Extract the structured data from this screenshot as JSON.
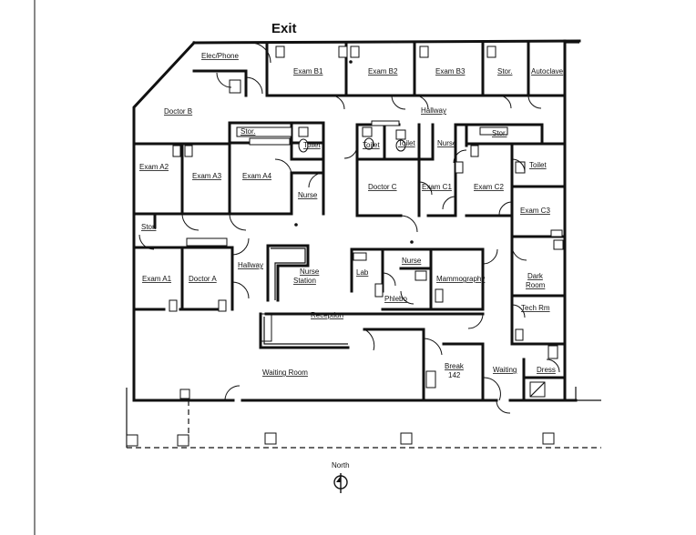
{
  "exit_label": "Exit",
  "north_label": "North",
  "rooms": {
    "elec_phone": "Elec/Phone",
    "exam_b1": "Exam B1",
    "exam_b2": "Exam B2",
    "exam_b3": "Exam B3",
    "stor_top": "Stor.",
    "autoclave": "Autoclave",
    "doctor_b": "Doctor B",
    "hallway_top": "Hallway",
    "stor_a4": "Stor.",
    "toilet_a4": "Toilet",
    "toilet_c1": "Toilet",
    "toilet_c2": "Toilet",
    "nurse_top": "Nurse",
    "stor_c2": "Stor.",
    "toilet_right": "Toilet",
    "exam_a2": "Exam A2",
    "exam_a3": "Exam A3",
    "exam_a4": "Exam A4",
    "nurse_a4": "Nurse",
    "doctor_c": "Doctor C",
    "exam_c1": "Exam C1",
    "exam_c2": "Exam C2",
    "exam_c3": "Exam C3",
    "stor_left": "Stor.",
    "exam_a1": "Exam A1",
    "doctor_a": "Doctor A",
    "hallway_left": "Hallway",
    "nurse_station_1": "Nurse",
    "nurse_station_2": "Station",
    "lab": "Lab",
    "nurse_mid": "Nurse",
    "mammography": "Mammography",
    "phlebo": "Phlebo",
    "dark_room_1": "Dark",
    "dark_room_2": "Room",
    "tech_rm": "Tech Rm",
    "reception": "Reception",
    "waiting_room": "Waiting Room",
    "break_room": "Break",
    "break_number": "142",
    "waiting": "Waiting",
    "dress": "Dress"
  }
}
